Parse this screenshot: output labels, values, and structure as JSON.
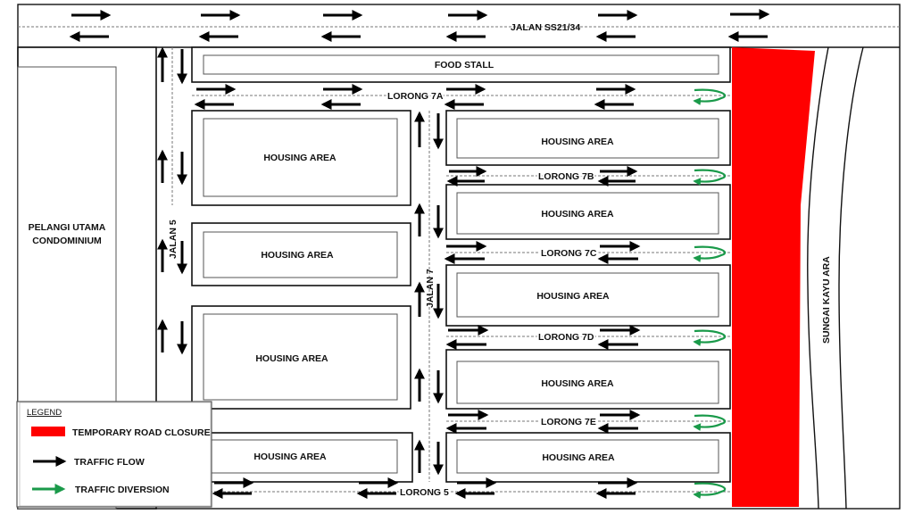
{
  "roads": {
    "main_road": "JALAN SS21/34",
    "jalan5": "JALAN 5",
    "jalan7": "JALAN 7",
    "lorong7a": "LORONG 7A",
    "lorong7b": "LORONG 7B",
    "lorong7c": "LORONG 7C",
    "lorong7d": "LORONG 7D",
    "lorong7e": "LORONG 7E",
    "lorong5": "LORONG 5"
  },
  "areas": {
    "food_stall": "FOOD STALL",
    "condo_line1": "PELANGI UTAMA",
    "condo_line2": "CONDOMINIUM",
    "housing": "HOUSING AREA",
    "river": "SUNGAI KAYU ARA"
  },
  "legend": {
    "title": "LEGEND",
    "closure": "TEMPORARY ROAD CLOSURE",
    "flow": "TRAFFIC FLOW",
    "diversion": "TRAFFIC DIVERSION"
  },
  "colors": {
    "closure": "#ff0000",
    "flow": "#000000",
    "diversion": "#1a9a4a"
  }
}
